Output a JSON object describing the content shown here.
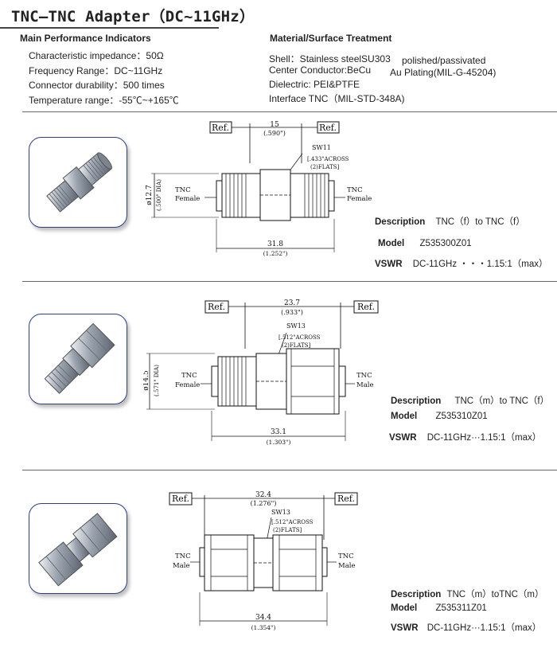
{
  "title": "TNC–TNC Adapter（DC~11GHz）",
  "main_perf": {
    "heading": "Main Performance Indicators",
    "items": [
      "Characteristic impedance：50Ω",
      "Frequency Range：DC~11GHz",
      "Connector durability：500 times",
      "Temperature range：-55℃~+165℃"
    ]
  },
  "material": {
    "heading": "Material/Surface Treatment",
    "shell": "Shell：Stainless steelSU303",
    "shell_finish": "polished/passivated",
    "center": "Center Conductor:BeCu",
    "center_finish": "Au Plating(MIL-G-45204)",
    "dielectric": "Dielectric: PEI&PTFE",
    "interface": "Interface TNC（MIL-STD-348A)"
  },
  "products": [
    {
      "ref": "Ref.",
      "top_dim": "15",
      "top_dim_in": "(.590\")",
      "sw": "SW11",
      "sw_note1": "[.433\"ACROSS",
      "sw_note2": "(2)FLATS]",
      "dia": "ø12.7",
      "dia_in": "(.500\" DIA)",
      "left_label1": "TNC",
      "left_label2": "Female",
      "right_label1": "TNC",
      "right_label2": "Female",
      "bottom_dim": "31.8",
      "bottom_dim_in": "(1.252\")",
      "desc_label": "Description",
      "desc_value": "TNC（f）to TNC（f）",
      "model_label": "Model",
      "model_value": "Z535300Z01",
      "vswr_label": "VSWR",
      "vswr_value": "DC-11GHz ・・・1.15:1（max）"
    },
    {
      "ref": "Ref.",
      "top_dim": "23.7",
      "top_dim_in": "(.933\")",
      "sw": "SW13",
      "sw_note1": "[.512\"ACROSS",
      "sw_note2": "(2)FLATS]",
      "dia": "ø14.5",
      "dia_in": "(.571\" DIA)",
      "left_label1": "TNC",
      "left_label2": "Female",
      "right_label1": "TNC",
      "right_label2": "Male",
      "bottom_dim": "33.1",
      "bottom_dim_in": "(1.303\")",
      "desc_label": "Description",
      "desc_value": "TNC（m）to TNC（f）",
      "model_label": "Model",
      "model_value": "Z535310Z01",
      "vswr_label": "VSWR",
      "vswr_value": "DC-11GHz···1.15:1（max）"
    },
    {
      "ref": "Ref.",
      "top_dim": "32.4",
      "top_dim_in": "(1.276\")",
      "sw": "SW13",
      "sw_note1": "[.512\"ACROSS",
      "sw_note2": "(2)FLATS]",
      "left_label1": "TNC",
      "left_label2": "Male",
      "right_label1": "TNC",
      "right_label2": "Male",
      "bottom_dim": "34.4",
      "bottom_dim_in": "(1.354\")",
      "desc_label": "Description",
      "desc_value": "TNC（m）toTNC（m）",
      "model_label": "Model",
      "model_value": "Z535311Z01",
      "vswr_label": "VSWR",
      "vswr_value": "DC-11GHz···1.15:1（max）"
    }
  ]
}
